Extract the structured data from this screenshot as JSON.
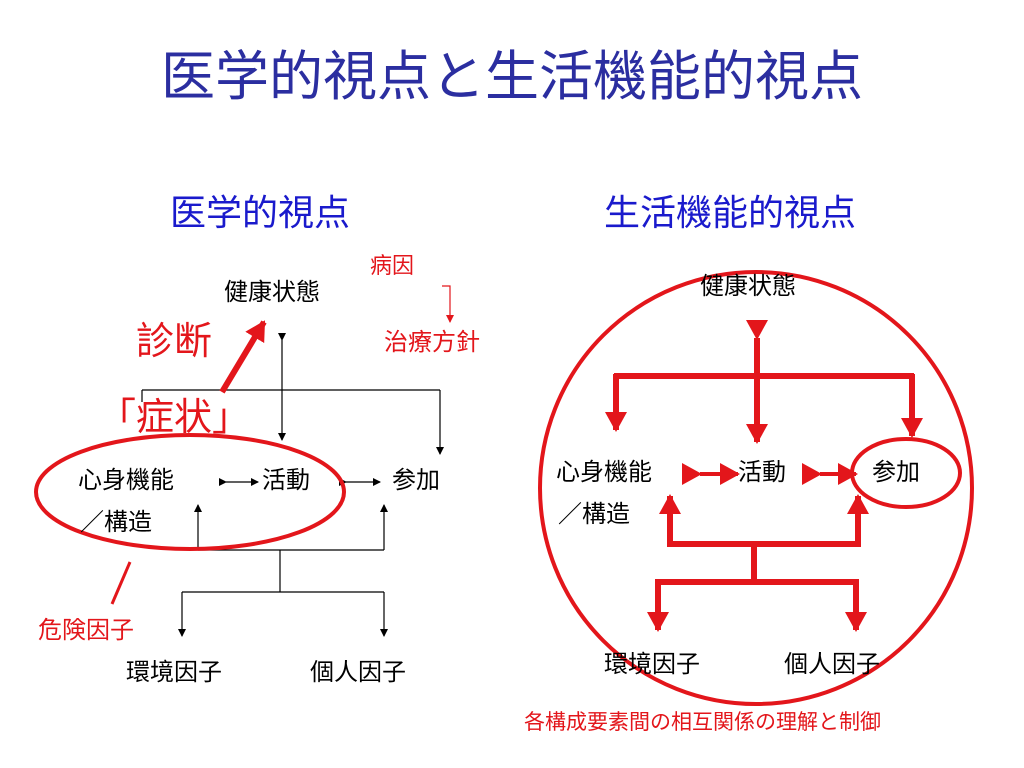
{
  "title": "医学的視点と生活機能的視点",
  "left": {
    "heading": "医学的視点",
    "health": "健康状態",
    "cause": "病因",
    "treatment": "治療方針",
    "diagnosis": "診断",
    "symptom": "「症状」",
    "body_function": "心身機能",
    "structure": "／構造",
    "activity": "活動",
    "participation": "参加",
    "risk": "危険因子",
    "environment": "環境因子",
    "personal": "個人因子"
  },
  "right": {
    "heading": "生活機能的視点",
    "health": "健康状態",
    "body_function": "心身機能",
    "structure": "／構造",
    "activity": "活動",
    "participation": "参加",
    "environment": "環境因子",
    "personal": "個人因子",
    "caption": "各構成要素間の相互関係の理解と制御"
  },
  "colors": {
    "title": "#2b2ea0",
    "heading": "#1a1acc",
    "accent": "#e3161b",
    "text": "#000000"
  }
}
